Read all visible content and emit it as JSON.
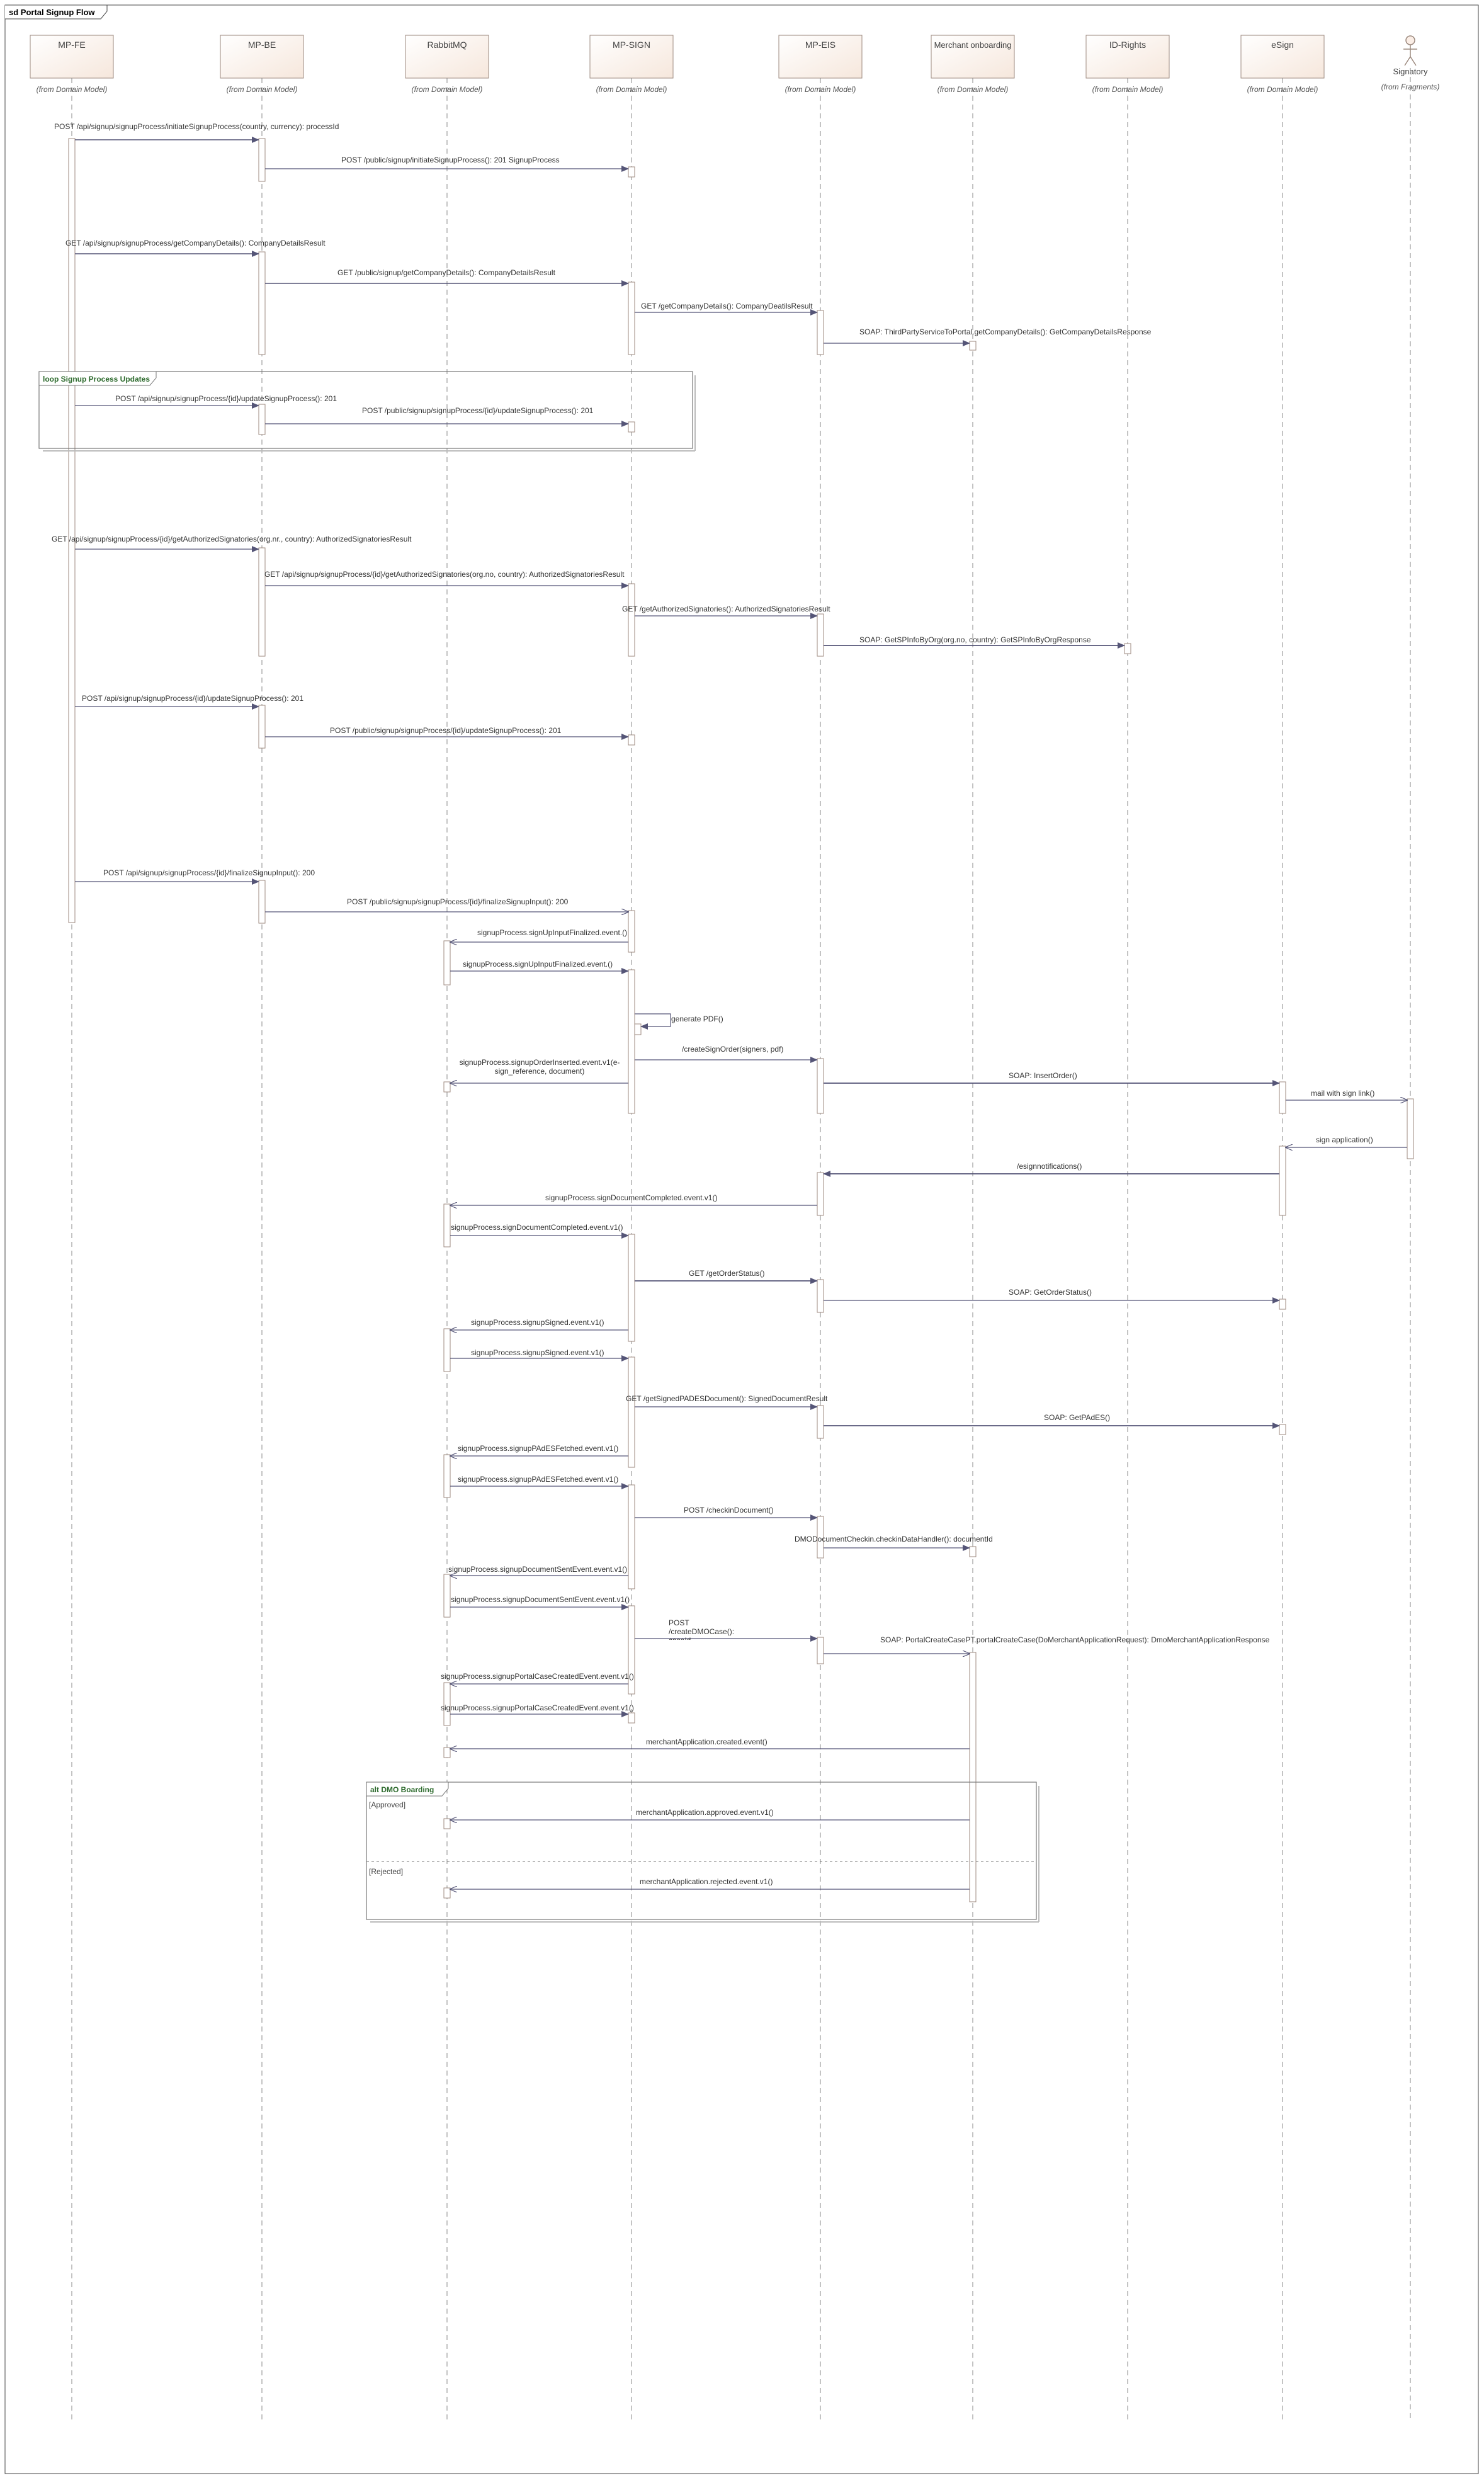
{
  "diagram": {
    "title": "sd Portal Signup Flow",
    "participants": [
      {
        "id": "fe",
        "name": "MP-FE",
        "stereotype": "(from Domain Model)",
        "kind": "box"
      },
      {
        "id": "be",
        "name": "MP-BE",
        "stereotype": "(from Domain Model)",
        "kind": "box"
      },
      {
        "id": "rmq",
        "name": "RabbitMQ",
        "stereotype": "(from Domain Model)",
        "kind": "box"
      },
      {
        "id": "sign",
        "name": "MP-SIGN",
        "stereotype": "(from Domain Model)",
        "kind": "box"
      },
      {
        "id": "eis",
        "name": "MP-EIS",
        "stereotype": "(from Domain Model)",
        "kind": "box"
      },
      {
        "id": "mo",
        "name": "Merchant onboarding",
        "stereotype": "(from Domain Model)",
        "kind": "box"
      },
      {
        "id": "idr",
        "name": "ID-Rights",
        "stereotype": "(from Domain Model)",
        "kind": "box"
      },
      {
        "id": "esign",
        "name": "eSign",
        "stereotype": "(from Domain Model)",
        "kind": "box"
      },
      {
        "id": "signatory",
        "name": "Signatory",
        "stereotype": "(from Fragments)",
        "kind": "actor"
      }
    ],
    "fragments": [
      {
        "keyword": "loop",
        "name": "Signup Process Updates",
        "label": "loop Signup Process Updates",
        "guards": []
      },
      {
        "keyword": "alt",
        "name": "DMO Boarding",
        "label": "alt DMO Boarding",
        "guards": [
          "[Approved]",
          "[Rejected]"
        ]
      }
    ],
    "messages": [
      {
        "from": "fe",
        "to": "be",
        "label": "POST /api/signup/signupProcess/initiateSignupProcess(country, currency): processId",
        "style": "sync"
      },
      {
        "from": "be",
        "to": "sign",
        "label": "POST /public/signup/initiateSignupProcess(): 201 SignupProcess",
        "style": "sync"
      },
      {
        "from": "fe",
        "to": "be",
        "label": "GET /api/signup/signupProcess/getCompanyDetails(): CompanyDetailsResult",
        "style": "sync"
      },
      {
        "from": "be",
        "to": "sign",
        "label": "GET /public/signup/getCompanyDetails(): CompanyDetailsResult",
        "style": "sync"
      },
      {
        "from": "sign",
        "to": "eis",
        "label": "GET /getCompanyDetails(): CompanyDeatilsResult",
        "style": "sync"
      },
      {
        "from": "eis",
        "to": "mo",
        "label": "SOAP: ThirdPartyServiceToPortal.getCompanyDetails(): GetCompanyDetailsResponse",
        "style": "sync"
      },
      {
        "from": "fe",
        "to": "be",
        "label": "POST /api/signup/signupProcess/{id}/updateSignupProcess(): 201",
        "style": "sync"
      },
      {
        "from": "be",
        "to": "sign",
        "label": "POST /public/signup/signupProcess/{id}/updateSignupProcess(): 201",
        "style": "sync"
      },
      {
        "from": "fe",
        "to": "be",
        "label": "GET /api/signup/signupProcess/{id}/getAuthorizedSignatories(org.nr., country): AuthorizedSignatoriesResult",
        "style": "sync"
      },
      {
        "from": "be",
        "to": "sign",
        "label": "GET /api/signup/signupProcess/{id}/getAuthorizedSignatories(org.no, country): AuthorizedSignatoriesResult",
        "style": "sync"
      },
      {
        "from": "sign",
        "to": "eis",
        "label": "GET /getAuthorizedSignatories(): AuthorizedSignatoriesResult",
        "style": "sync"
      },
      {
        "from": "eis",
        "to": "idr",
        "label": "SOAP: GetSPInfoByOrg(org.no, country): GetSPInfoByOrgResponse",
        "style": "sync"
      },
      {
        "from": "fe",
        "to": "be",
        "label": "POST /api/signup/signupProcess/{id}/updateSignupProcess(): 201",
        "style": "sync"
      },
      {
        "from": "be",
        "to": "sign",
        "label": "POST /public/signup/signupProcess/{id}/updateSignupProcess(): 201",
        "style": "sync"
      },
      {
        "from": "fe",
        "to": "be",
        "label": "POST /api/signup/signupProcess/{id}/finalizeSignupInput(): 200",
        "style": "sync"
      },
      {
        "from": "be",
        "to": "sign",
        "label": "POST /public/signup/signupProcess/{id}/finalizeSignupInput(): 200",
        "style": "async"
      },
      {
        "from": "sign",
        "to": "rmq",
        "label": "signupProcess.signUpInputFinalized.event.()",
        "style": "async"
      },
      {
        "from": "rmq",
        "to": "sign",
        "label": "signupProcess.signUpInputFinalized.event.()",
        "style": "sync"
      },
      {
        "from": "sign",
        "to": "sign",
        "label": "generate PDF()",
        "style": "self"
      },
      {
        "from": "sign",
        "to": "eis",
        "label": "/createSignOrder(signers, pdf)",
        "style": "sync"
      },
      {
        "from": "sign",
        "to": "rmq",
        "label": "signupProcess.signupOrderInserted.event.v1(e-sign_reference, document)",
        "style": "async"
      },
      {
        "from": "eis",
        "to": "esign",
        "label": "SOAP: InsertOrder()",
        "style": "sync"
      },
      {
        "from": "esign",
        "to": "signatory",
        "label": "mail with sign link()",
        "style": "async"
      },
      {
        "from": "signatory",
        "to": "esign",
        "label": "sign application()",
        "style": "async"
      },
      {
        "from": "esign",
        "to": "eis",
        "label": "/esignnotifications()",
        "style": "sync"
      },
      {
        "from": "eis",
        "to": "rmq",
        "label": "signupProcess.signDocumentCompleted.event.v1()",
        "style": "async"
      },
      {
        "from": "rmq",
        "to": "sign",
        "label": "signupProcess.signDocumentCompleted.event.v1()",
        "style": "sync"
      },
      {
        "from": "sign",
        "to": "eis",
        "label": "GET /getOrderStatus()",
        "style": "sync"
      },
      {
        "from": "eis",
        "to": "esign",
        "label": "SOAP: GetOrderStatus()",
        "style": "sync"
      },
      {
        "from": "sign",
        "to": "rmq",
        "label": "signupProcess.signupSigned.event.v1()",
        "style": "async"
      },
      {
        "from": "rmq",
        "to": "sign",
        "label": "signupProcess.signupSigned.event.v1()",
        "style": "sync"
      },
      {
        "from": "sign",
        "to": "eis",
        "label": "GET /getSignedPADESDocument(): SignedDocumentResult",
        "style": "sync"
      },
      {
        "from": "eis",
        "to": "esign",
        "label": "SOAP: GetPAdES()",
        "style": "sync"
      },
      {
        "from": "sign",
        "to": "rmq",
        "label": "signupProcess.signupPAdESFetched.event.v1()",
        "style": "async"
      },
      {
        "from": "rmq",
        "to": "sign",
        "label": "signupProcess.signupPAdESFetched.event.v1()",
        "style": "sync"
      },
      {
        "from": "sign",
        "to": "eis",
        "label": "POST /checkinDocument()",
        "style": "sync"
      },
      {
        "from": "eis",
        "to": "mo",
        "label": "DMODocumentCheckin.checkinDataHandler(): documentId",
        "style": "sync"
      },
      {
        "from": "sign",
        "to": "rmq",
        "label": "signupProcess.signupDocumentSentEvent.event.v1()",
        "style": "async"
      },
      {
        "from": "rmq",
        "to": "sign",
        "label": "signupProcess.signupDocumentSentEvent.event.v1()",
        "style": "sync"
      },
      {
        "from": "sign",
        "to": "eis",
        "label": "POST /createDMOCase(): caseId",
        "style": "sync"
      },
      {
        "from": "eis",
        "to": "mo",
        "label": "SOAP: PortalCreateCasePT.portalCreateCase(DoMerchantApplicationRequest): DmoMerchantApplicationResponse",
        "style": "async"
      },
      {
        "from": "sign",
        "to": "rmq",
        "label": "signupProcess.signupPortalCaseCreatedEvent.event.v1()",
        "style": "async"
      },
      {
        "from": "rmq",
        "to": "sign",
        "label": "signupProcess.signupPortalCaseCreatedEvent.event.v1()",
        "style": "sync"
      },
      {
        "from": "mo",
        "to": "rmq",
        "label": "merchantApplication.created.event()",
        "style": "async"
      },
      {
        "from": "mo",
        "to": "rmq",
        "label": "merchantApplication.approved.event.v1()",
        "style": "async"
      },
      {
        "from": "mo",
        "to": "rmq",
        "label": "merchantApplication.rejected.event.v1()",
        "style": "async"
      }
    ]
  }
}
